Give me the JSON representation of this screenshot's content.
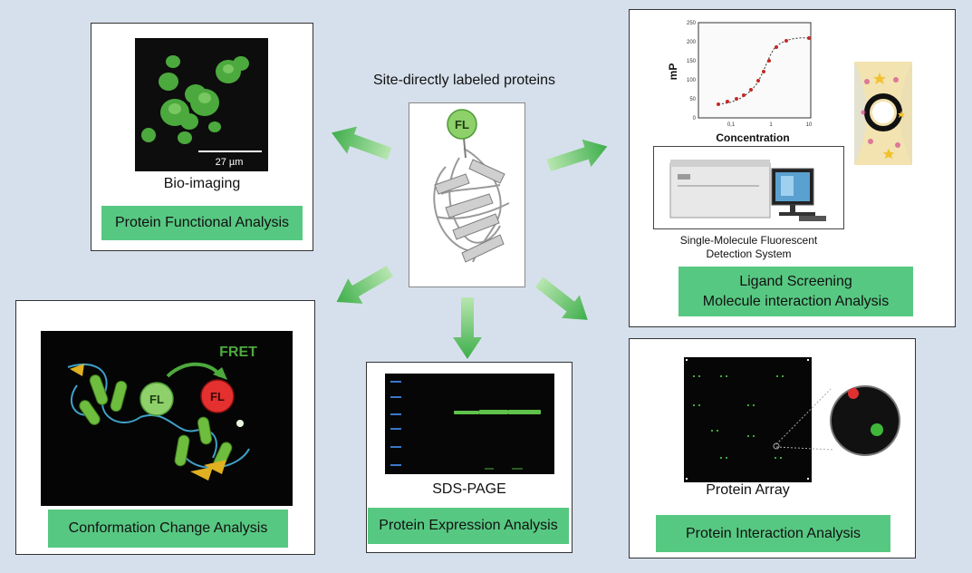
{
  "center": {
    "title": "Site-directly labeled proteins",
    "fl_label": "FL"
  },
  "bioimaging": {
    "image_label": "Bio-imaging",
    "scale_bar_label": "27 µm",
    "box_label": "Protein Functional Analysis"
  },
  "screening": {
    "y_axis_label": "mP",
    "x_axis_label": "Concentration",
    "y_ticks": [
      "250",
      "200",
      "150",
      "100",
      "50",
      "0"
    ],
    "x_ticks": [
      "0,1",
      "1",
      "10"
    ],
    "instrument_label_line1": "Single-Molecule Fluorescent",
    "instrument_label_line2": "Detection System",
    "box_label_line1": "Ligand Screening",
    "box_label_line2": "Molecule interaction Analysis"
  },
  "conformation": {
    "fret_label": "FRET",
    "fl_green": "FL",
    "fl_red": "FL",
    "box_label": "Conformation Change Analysis"
  },
  "sds": {
    "image_label": "SDS-PAGE",
    "box_label": "Protein Expression Analysis"
  },
  "array": {
    "image_label": "Protein Array",
    "box_label": "Protein Interaction Analysis"
  },
  "colors": {
    "background": "#d6e0ec",
    "label_box": "#57c882",
    "arrow_green": "#5cbf5c",
    "fl_green": "#8ed06a",
    "fl_red": "#e53030"
  }
}
